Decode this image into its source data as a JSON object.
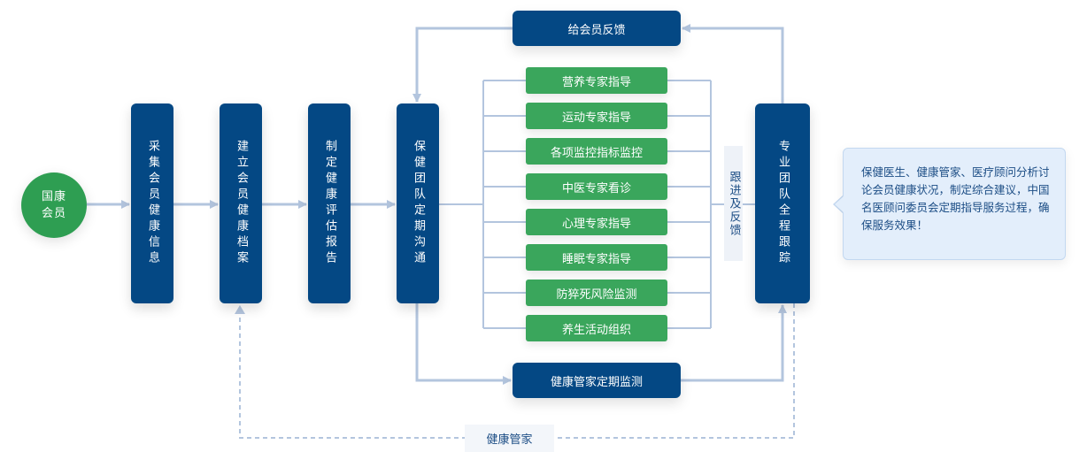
{
  "colors": {
    "primary_blue": "#044884",
    "green": "#3aa65c",
    "circle_green": "#2e9e52",
    "connector": "#b3c5de",
    "label_text": "#1c4d85"
  },
  "start": {
    "label": "国康会员"
  },
  "steps": [
    {
      "label": "采集会员健康信息"
    },
    {
      "label": "建立会员健康档案"
    },
    {
      "label": "制定健康评估报告"
    },
    {
      "label": "保健团队定期沟通"
    }
  ],
  "services": [
    {
      "label": "营养专家指导"
    },
    {
      "label": "运动专家指导"
    },
    {
      "label": "各项监控指标监控"
    },
    {
      "label": "中医专家看诊"
    },
    {
      "label": "心理专家指导"
    },
    {
      "label": "睡眠专家指导"
    },
    {
      "label": "防猝死风险监测"
    },
    {
      "label": "养生活动组织"
    }
  ],
  "followup_label": "跟进及反馈",
  "team_tracking": {
    "label": "专业团队全程跟踪"
  },
  "feedback_box": {
    "label": "给会员反馈"
  },
  "monitor_box": {
    "label": "健康管家定期监测"
  },
  "manager_label": "健康管家",
  "callout": {
    "text": "保健医生、健康管家、医疗顾问分析讨论会员健康状况，制定综合建议，中国名医顾问委员会定期指导服务过程，确保服务效果！"
  }
}
